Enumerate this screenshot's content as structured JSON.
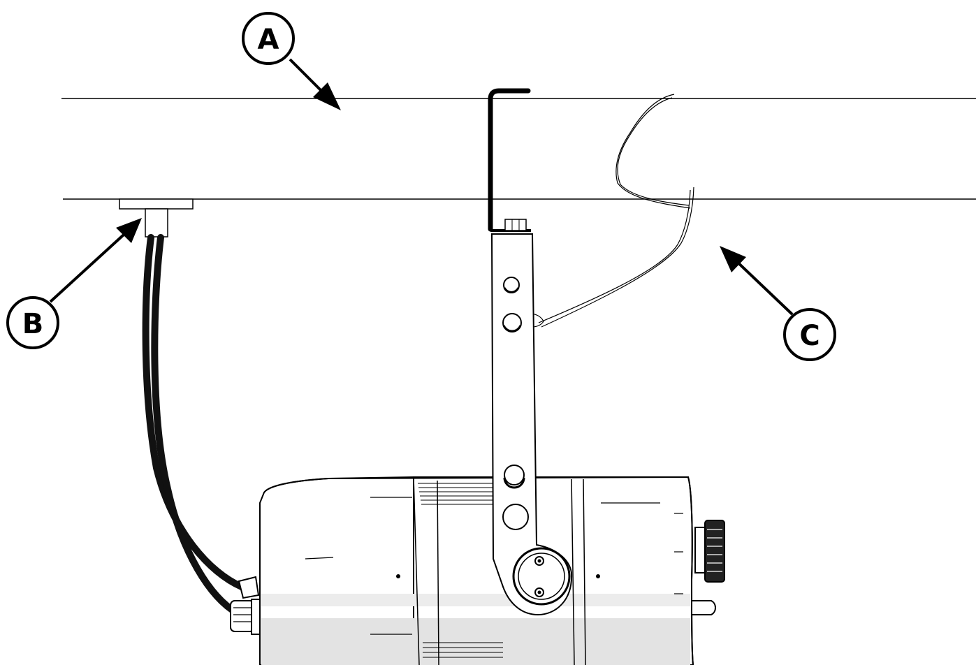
{
  "callouts": {
    "a": {
      "label": "A"
    },
    "b": {
      "label": "B"
    },
    "c": {
      "label": "C"
    }
  },
  "colors": {
    "ink": "#000000",
    "paper": "#ffffff",
    "shade": "#e3e3e3"
  }
}
